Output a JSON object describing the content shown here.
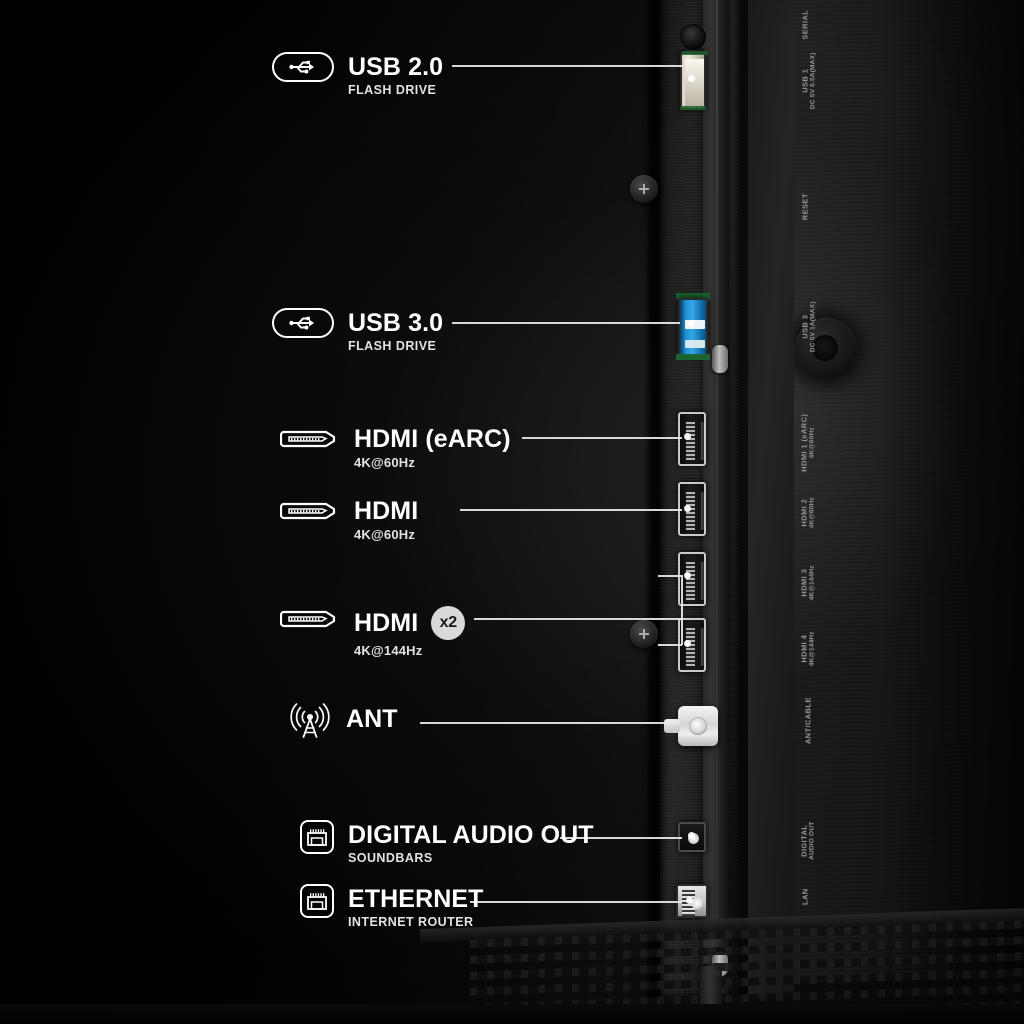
{
  "meta": {
    "subject": "TV rear input/output port panel diagram",
    "background_color": "#050505",
    "accent_color": "#ffffff",
    "badge_color": "#d9d9d9",
    "usb3_port_color": "#35a7e8"
  },
  "callouts": [
    {
      "id": "usb-2-0",
      "icon": "usb-icon",
      "icon_style": "pill",
      "title": "USB 2.0",
      "subtitle": "FLASH DRIVE",
      "badge": ""
    },
    {
      "id": "usb-3-0",
      "icon": "usb-icon",
      "icon_style": "pill",
      "title": "USB 3.0",
      "subtitle": "FLASH DRIVE",
      "badge": ""
    },
    {
      "id": "hdmi-earc",
      "icon": "hdmi-icon",
      "icon_style": "hdmi",
      "title": "HDMI (eARC)",
      "subtitle": "4K@60Hz",
      "badge": ""
    },
    {
      "id": "hdmi-2",
      "icon": "hdmi-icon",
      "icon_style": "hdmi",
      "title": "HDMI",
      "subtitle": "4K@60Hz",
      "badge": ""
    },
    {
      "id": "hdmi-3-4",
      "icon": "hdmi-icon",
      "icon_style": "hdmi",
      "title": "HDMI",
      "subtitle": "4K@144Hz",
      "badge": "x2"
    },
    {
      "id": "ant",
      "icon": "antenna-tower-icon",
      "icon_style": "plain",
      "title": "ANT",
      "subtitle": "",
      "badge": ""
    },
    {
      "id": "digital-audio-out",
      "icon": "audio-jack-icon",
      "icon_style": "box",
      "title": "DIGITAL AUDIO OUT",
      "subtitle": "SOUNDBARS",
      "badge": ""
    },
    {
      "id": "ethernet",
      "icon": "ethernet-icon",
      "icon_style": "box",
      "title": "ETHERNET",
      "subtitle": "INTERNET ROUTER",
      "badge": ""
    }
  ],
  "panel_silkscreen": [
    {
      "id": "serial",
      "line1": "SERIAL",
      "line2": ""
    },
    {
      "id": "usb-1",
      "line1": "USB 1",
      "line2": "DC 5V  0.5A(MAX)"
    },
    {
      "id": "reset",
      "line1": "RESET",
      "line2": ""
    },
    {
      "id": "usb-3",
      "line1": "USB 3",
      "line2": "DC 5V  1A(MAX)"
    },
    {
      "id": "hdmi-1-earc",
      "line1": "HDMI 1 (eARC)",
      "line2": "4K@60Hz"
    },
    {
      "id": "hdmi-2",
      "line1": "HDMI 2",
      "line2": "4K@60Hz"
    },
    {
      "id": "hdmi-3",
      "line1": "HDMI 3",
      "line2": "4K@144Hz"
    },
    {
      "id": "hdmi-4",
      "line1": "HDMI 4",
      "line2": "4K@144Hz"
    },
    {
      "id": "ant-cable",
      "line1": "ANT/CABLE",
      "line2": ""
    },
    {
      "id": "digital-audio-out",
      "line1": "DIGITAL",
      "line2": "AUDIO OUT"
    },
    {
      "id": "lan",
      "line1": "LAN",
      "line2": ""
    }
  ]
}
